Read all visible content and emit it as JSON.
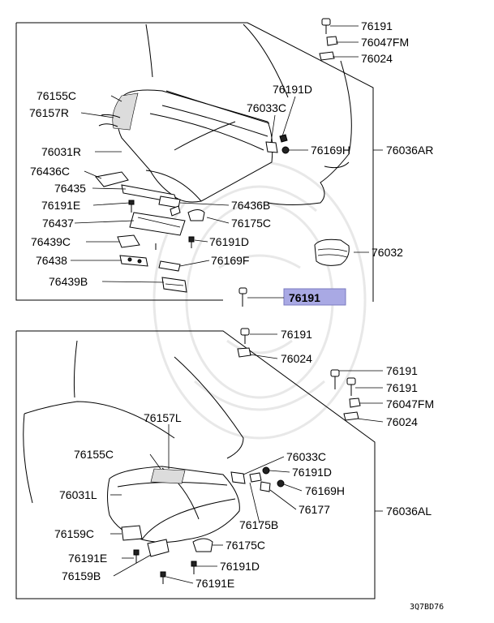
{
  "diagram_code": "3Q7BD76",
  "highlight_color": "#a9a9e4",
  "upper": {
    "assembly_label": "76036AR",
    "labels": {
      "p76191_top": "76191",
      "p76047FM": "76047FM",
      "p76024_top": "76024",
      "p76155C": "76155C",
      "p76157R": "76157R",
      "p76191D_top": "76191D",
      "p76033C": "76033C",
      "p76169H": "76169H",
      "p76031R": "76031R",
      "p76436C": "76436C",
      "p76435": "76435",
      "p76436B": "76436B",
      "p76191E": "76191E",
      "p76175C": "76175C",
      "p76437": "76437",
      "p76439C": "76439C",
      "p76191D_mid": "76191D",
      "p76032": "76032",
      "p76438": "76438",
      "p76169F": "76169F",
      "p76439B": "76439B",
      "p76191_highlight": "76191"
    }
  },
  "lower": {
    "assembly_label": "76036AL",
    "labels": {
      "p76191_a": "76191",
      "p76024_a": "76024",
      "p76191_b": "76191",
      "p76191_c": "76191",
      "p76047FM": "76047FM",
      "p76024_b": "76024",
      "p76157L": "76157L",
      "p76155C": "76155C",
      "p76033C": "76033C",
      "p76191D": "76191D",
      "p76031L": "76031L",
      "p76169H": "76169H",
      "p76177": "76177",
      "p76175B": "76175B",
      "p76159C": "76159C",
      "p76175C": "76175C",
      "p76191E_left": "76191E",
      "p76191D_b": "76191D",
      "p76159B": "76159B",
      "p76191E_b": "76191E"
    }
  }
}
